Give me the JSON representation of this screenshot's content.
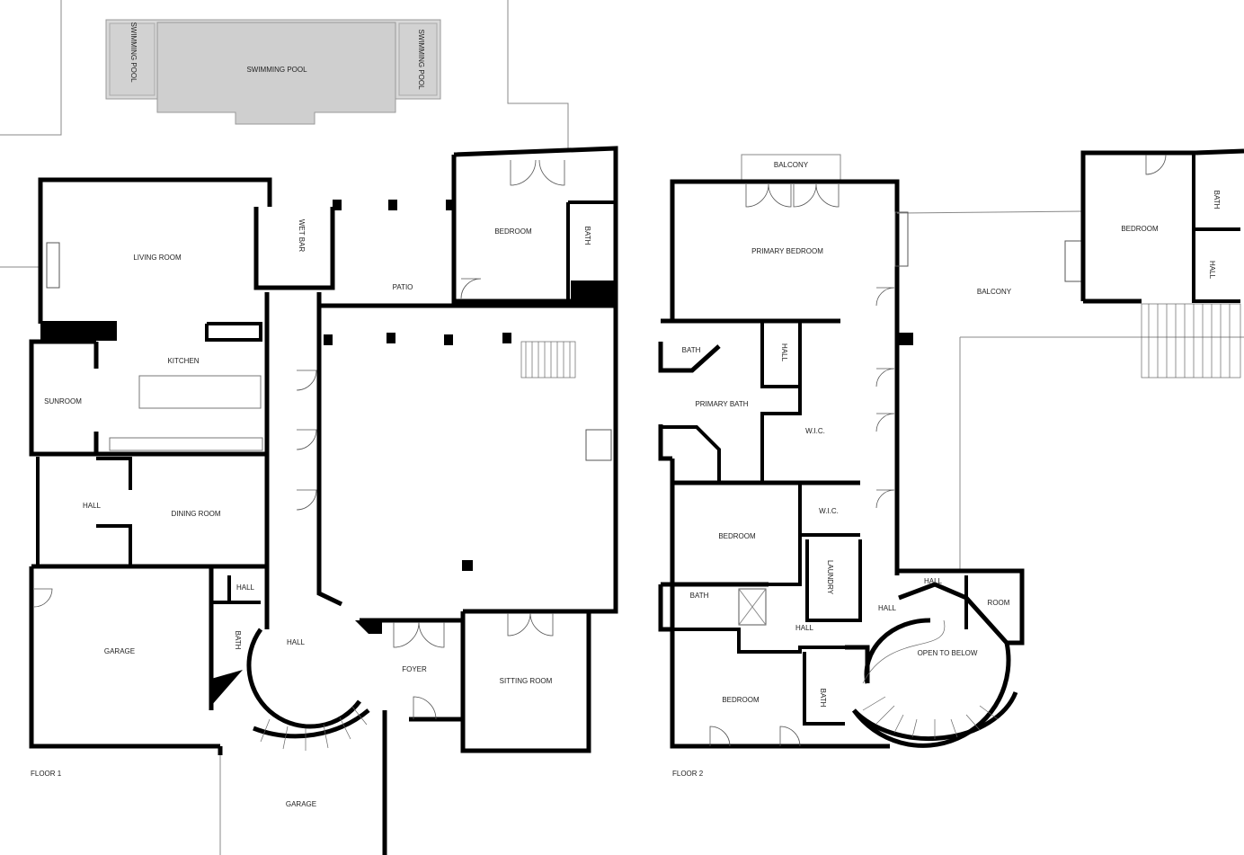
{
  "floor1": {
    "title": "FLOOR 1",
    "rooms": [
      "SWIMMING POOL",
      "SWIMMING POOL",
      "SWIMMING POOL",
      "LIVING ROOM",
      "WET BAR",
      "BEDROOM",
      "BATH",
      "PATIO",
      "KITCHEN",
      "SUNROOM",
      "HALL",
      "DINING ROOM",
      "GARAGE",
      "HALL",
      "BATH",
      "HALL",
      "FOYER",
      "SITTING ROOM",
      "GARAGE"
    ]
  },
  "floor2": {
    "title": "FLOOR 2",
    "rooms": [
      "BALCONY",
      "PRIMARY BEDROOM",
      "BALCONY",
      "BEDROOM",
      "BATH",
      "HALL",
      "BATH",
      "HALL",
      "PRIMARY BATH",
      "W.I.C.",
      "W.I.C.",
      "BEDROOM",
      "LAUNDRY",
      "BATH",
      "HALL",
      "HALL",
      "HALL",
      "ROOM",
      "OPEN TO BELOW",
      "BEDROOM",
      "BATH"
    ]
  },
  "colors": {
    "wall": "#000000",
    "pool": "#d9d9d9",
    "background": "#ffffff"
  }
}
